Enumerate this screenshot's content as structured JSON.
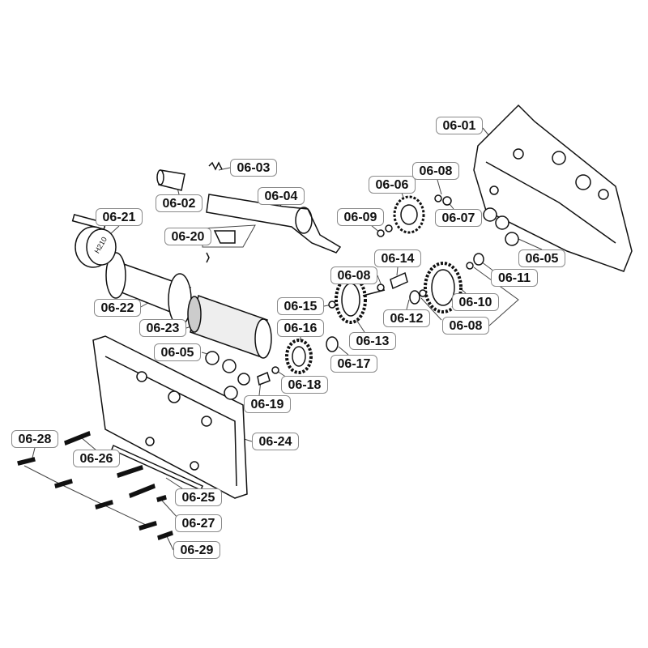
{
  "title": "Gearbox exploded parts diagram",
  "labels": {
    "p0601": "06-01",
    "p0602": "06-02",
    "p0603": "06-03",
    "p0604": "06-04",
    "p0605a": "06-05",
    "p0605b": "06-05",
    "p0606": "06-06",
    "p0607": "06-07",
    "p0608a": "06-08",
    "p0608b": "06-08",
    "p0608c": "06-08",
    "p0609": "06-09",
    "p0610": "06-10",
    "p0611": "06-11",
    "p0612": "06-12",
    "p0613": "06-13",
    "p0614": "06-14",
    "p0615": "06-15",
    "p0616": "06-16",
    "p0617": "06-17",
    "p0618": "06-18",
    "p0619": "06-19",
    "p0620": "06-20",
    "p0621": "06-21",
    "p0622": "06-22",
    "p0623": "06-23",
    "p0624": "06-24",
    "p0625": "06-25",
    "p0626": "06-26",
    "p0627": "06-27",
    "p0628": "06-28",
    "p0629": "06-29"
  },
  "part_markings": {
    "piston_head": "H210"
  }
}
